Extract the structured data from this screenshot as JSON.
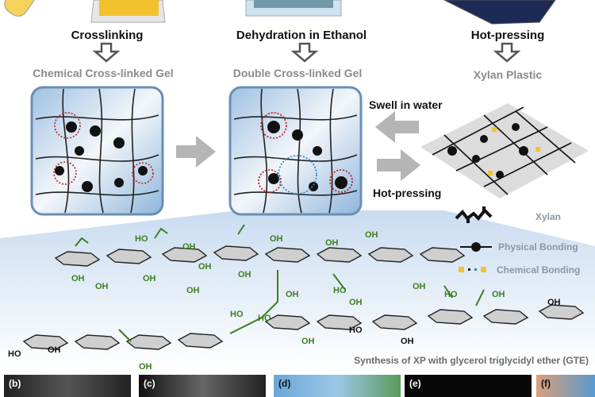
{
  "steps": {
    "crosslinking": "Crosslinking",
    "dehydration": "Dehydration in Ethanol",
    "hot_pressing": "Hot-pressing"
  },
  "products": {
    "chemical_gel": "Chemical Cross-linked Gel",
    "double_gel": "Double Cross-linked Gel",
    "xylan_plastic": "Xylan Plastic"
  },
  "transitions": {
    "swell": "Swell in water",
    "hot_pressing": "Hot-pressing"
  },
  "legend": {
    "xylan": "Xylan",
    "physical": "Physical Bonding",
    "chemical": "Chemical Bonding"
  },
  "caption": "Synthesis of XP with glycerol triglycidyl ether (GTE)",
  "molecule_labels": [
    "OH",
    "OH",
    "OH",
    "HO",
    "OH",
    "OH",
    "OH",
    "OH",
    "OH",
    "HO",
    "OH",
    "OH",
    "OH",
    "OH",
    "HO",
    "OH",
    "OH",
    "HO",
    "OH",
    "HO",
    "OH",
    "HO",
    "HO",
    "OH",
    "OH",
    "OH"
  ],
  "photos": [
    "(b)",
    "(c)",
    "(d)",
    "(e)",
    "(f)"
  ],
  "colors": {
    "accent_yellow": "#f2c12e",
    "gel_blue": "#b9d3ea",
    "chem_green": "#3f7d20",
    "bg_gradient": "#cfe0f2"
  }
}
